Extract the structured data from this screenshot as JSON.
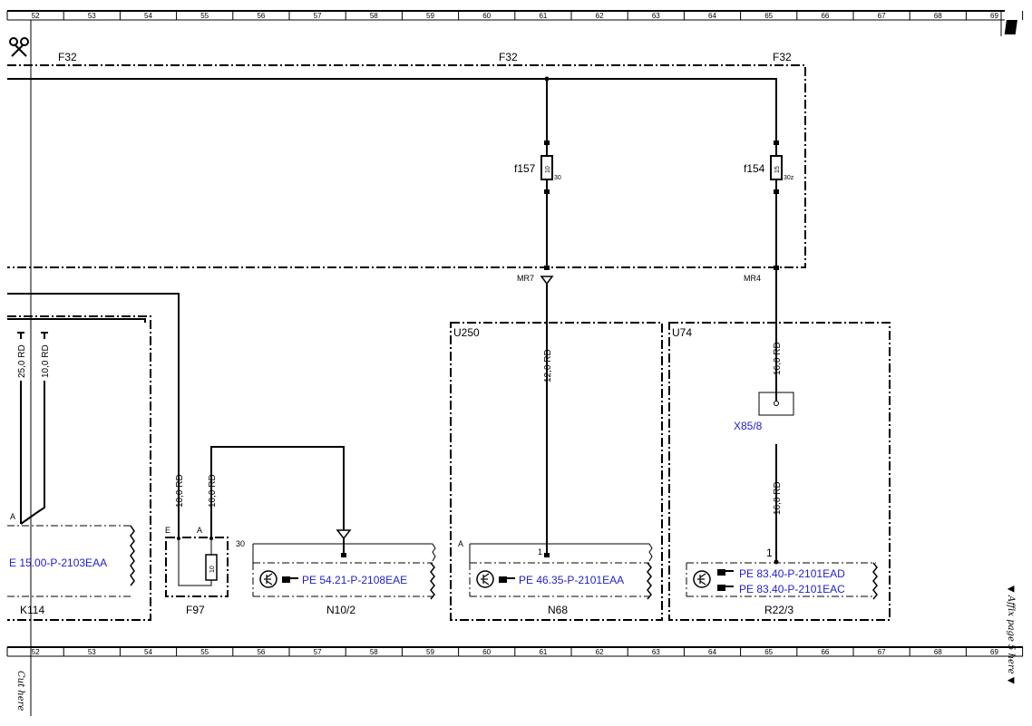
{
  "ruler": {
    "columns": [
      "52",
      "53",
      "54",
      "55",
      "56",
      "57",
      "58",
      "59",
      "60",
      "61",
      "62",
      "63",
      "64",
      "65",
      "66",
      "67",
      "68",
      "69"
    ]
  },
  "labels": {
    "f32_left": "F32",
    "f32_mid": "F32",
    "f32_right": "F32",
    "f157": "f157",
    "f154": "f154",
    "fuse_f157_value": "10",
    "fuse_f154_value": "15",
    "fuse_f157_term": "30",
    "fuse_f154_term": "30z",
    "mr7": "MR7",
    "mr4": "MR4",
    "u250": "U250",
    "u74": "U74",
    "x85_8": "X85/8",
    "k114": "K114",
    "f97": "F97",
    "f97_fuse_value": "10",
    "n10_2": "N10/2",
    "n68": "N68",
    "r22_3": "R22/3",
    "pin_a_left": "A",
    "pin_e": "E",
    "pin_a_f97": "A",
    "pin_30": "30",
    "pin_a_n68": "A",
    "pin_1_n68": "1",
    "pin_1_r22": "1",
    "cut_here": "Cut here",
    "affix_here": "▼ Affix page 5 here ▼"
  },
  "wires": {
    "w_25rd": "25,0 RD",
    "w_10rd_top": "10,0 RD",
    "w_10rd_f97_e": "10,0 RD",
    "w_10rd_f97_a": "10,0 RD",
    "w_12rd": "12,0 RD",
    "w_16rd_top": "16,0 RD",
    "w_16rd_bottom": "16,0 RD"
  },
  "references": {
    "k114_ref": "E 15.00-P-2103EAA",
    "n10_ref": "PE 54.21-P-2108EAE",
    "n68_ref": "PE 46.35-P-2101EAA",
    "r22_ref_1": "PE 83.40-P-2101EAD",
    "r22_ref_2": "PE 83.40-P-2101EAC"
  },
  "icons": {
    "scissors": "scissors-icon",
    "hand": "pointing-hand-icon",
    "transistor": "transistor-symbol-icon",
    "page_corner": "page-corner-icon"
  },
  "colors": {
    "reference_link": "#1f1fcc",
    "line": "#000000",
    "background": "#ffffff"
  }
}
